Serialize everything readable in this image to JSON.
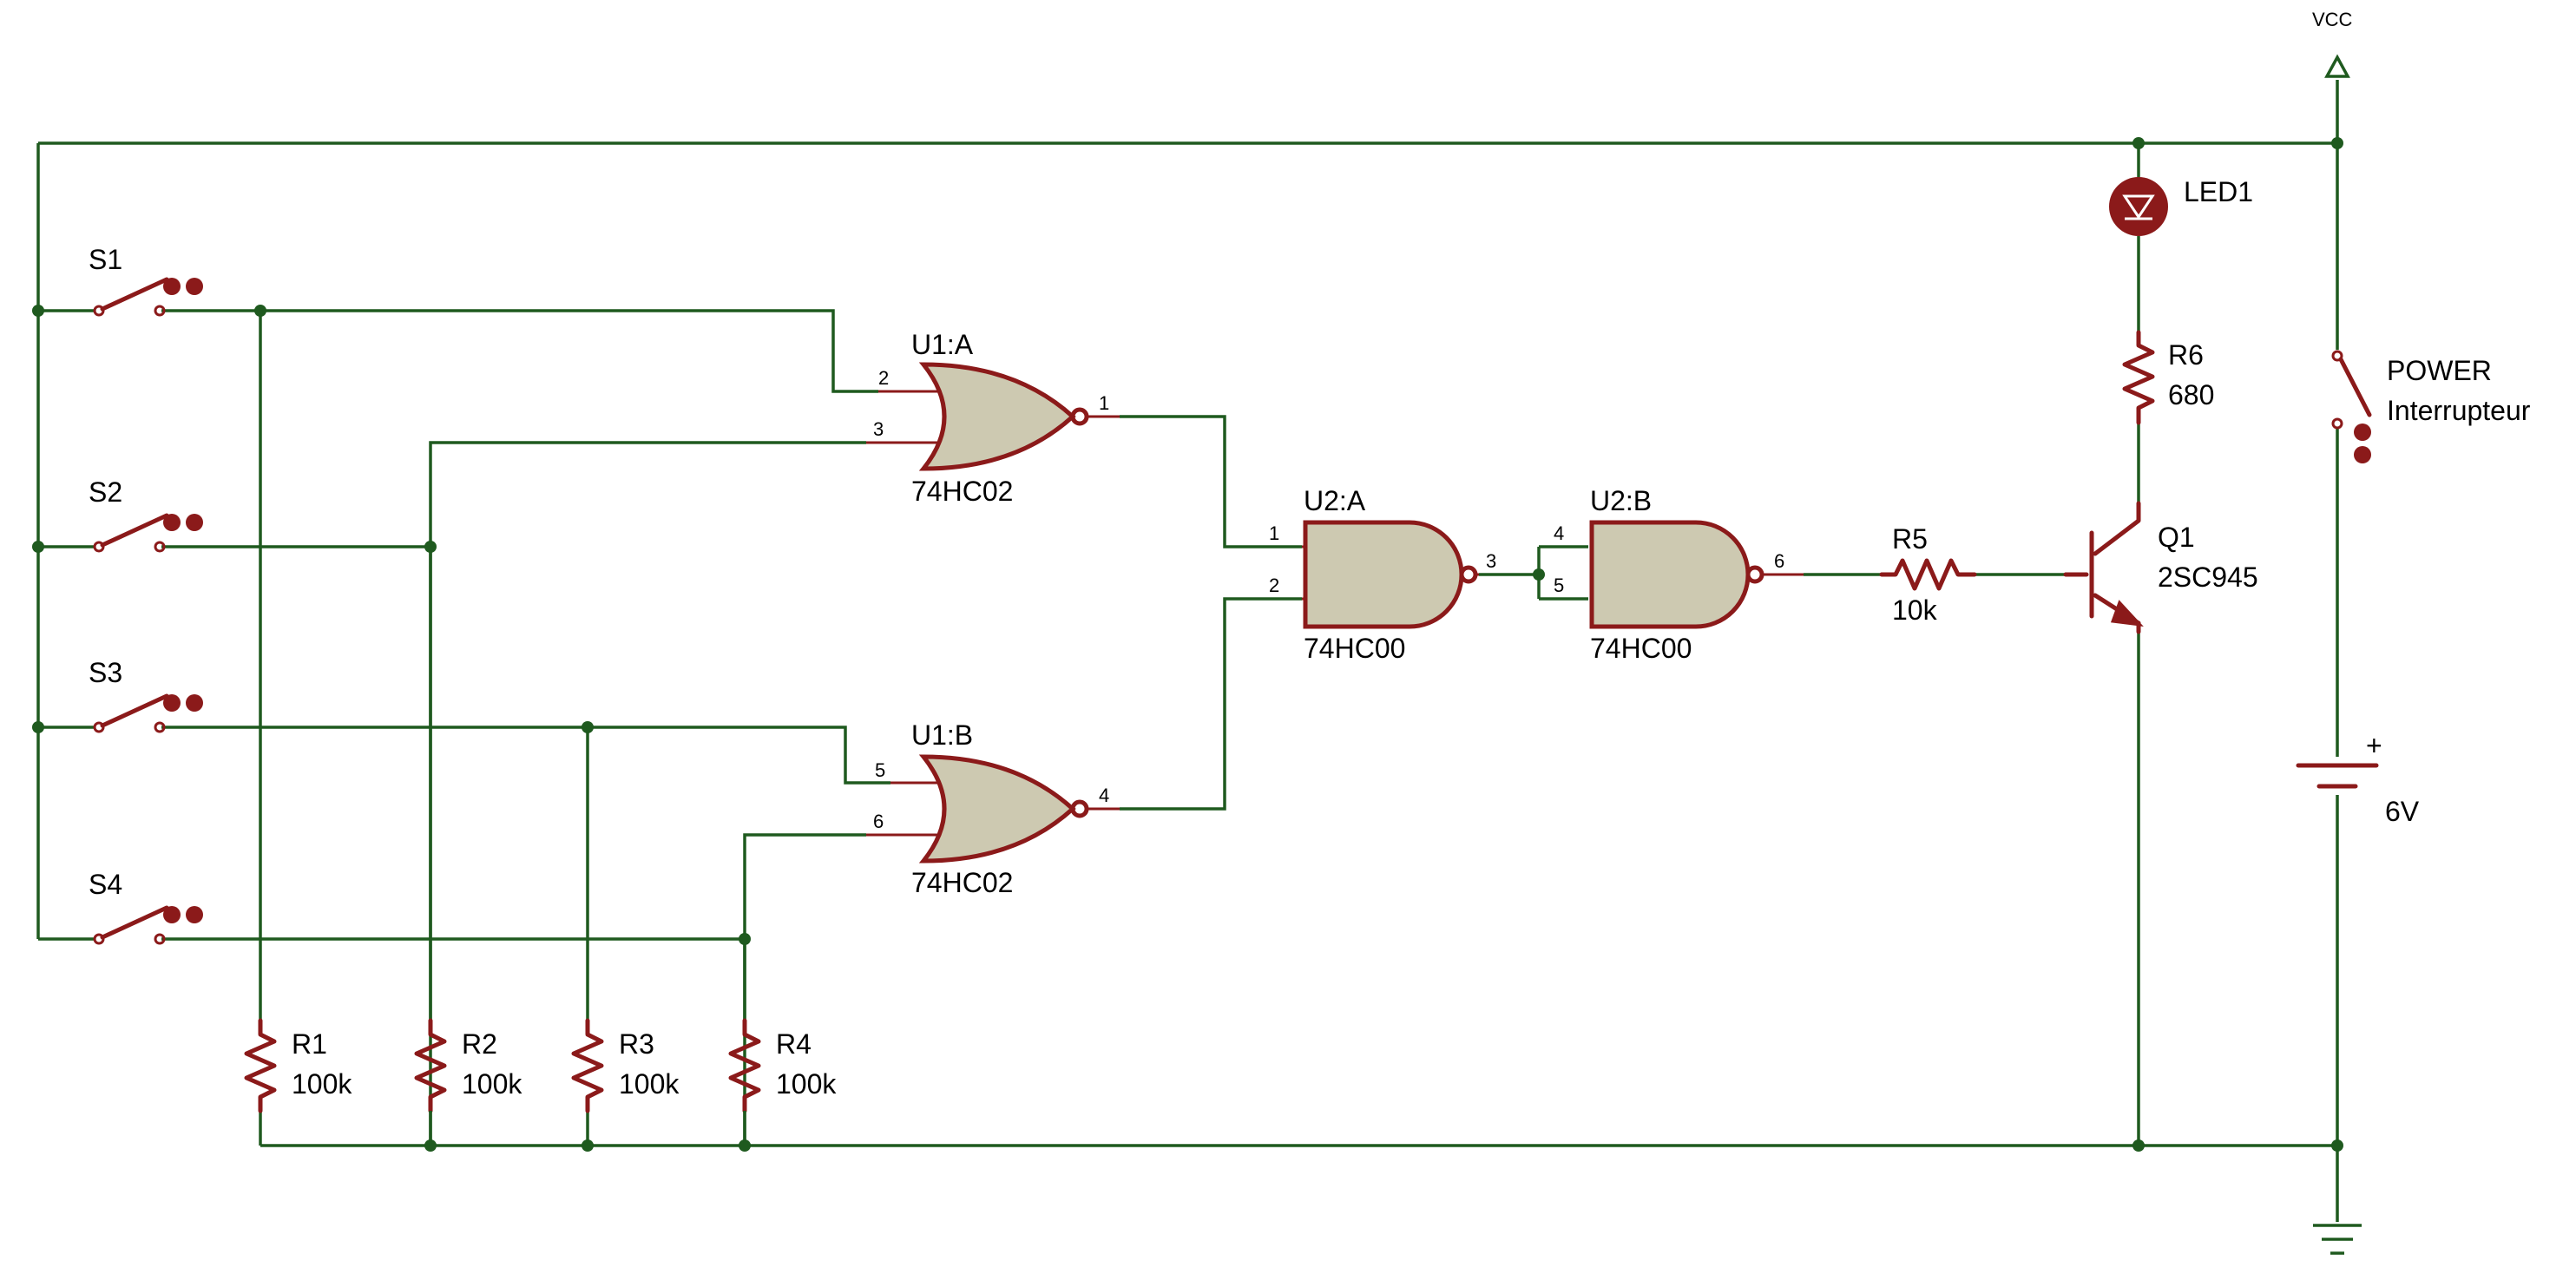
{
  "colors": {
    "wire": "#1f5a1f",
    "component": "#8b1a1a",
    "gate_fill": "#cdc9b1",
    "led_body": "#8b1a1a",
    "background": "#ffffff"
  },
  "supply": {
    "vcc_label": "VCC"
  },
  "switches": [
    {
      "ref": "S1"
    },
    {
      "ref": "S2"
    },
    {
      "ref": "S3"
    },
    {
      "ref": "S4"
    }
  ],
  "power_switch": {
    "ref": "POWER",
    "name": "Interrupteur"
  },
  "resistors": [
    {
      "ref": "R1",
      "value": "100k"
    },
    {
      "ref": "R2",
      "value": "100k"
    },
    {
      "ref": "R3",
      "value": "100k"
    },
    {
      "ref": "R4",
      "value": "100k"
    },
    {
      "ref": "R5",
      "value": "10k"
    },
    {
      "ref": "R6",
      "value": "680"
    }
  ],
  "gates": [
    {
      "ref": "U1:A",
      "part": "74HC02",
      "type": "NOR",
      "pins": [
        "2",
        "3",
        "1"
      ]
    },
    {
      "ref": "U1:B",
      "part": "74HC02",
      "type": "NOR",
      "pins": [
        "5",
        "6",
        "4"
      ]
    },
    {
      "ref": "U2:A",
      "part": "74HC00",
      "type": "NAND",
      "pins": [
        "1",
        "2",
        "3"
      ]
    },
    {
      "ref": "U2:B",
      "part": "74HC00",
      "type": "NAND",
      "pins": [
        "4",
        "5",
        "6"
      ]
    }
  ],
  "led": {
    "ref": "LED1"
  },
  "transistor": {
    "ref": "Q1",
    "part": "2SC945"
  },
  "battery": {
    "polarity": "+",
    "value": "6V"
  }
}
